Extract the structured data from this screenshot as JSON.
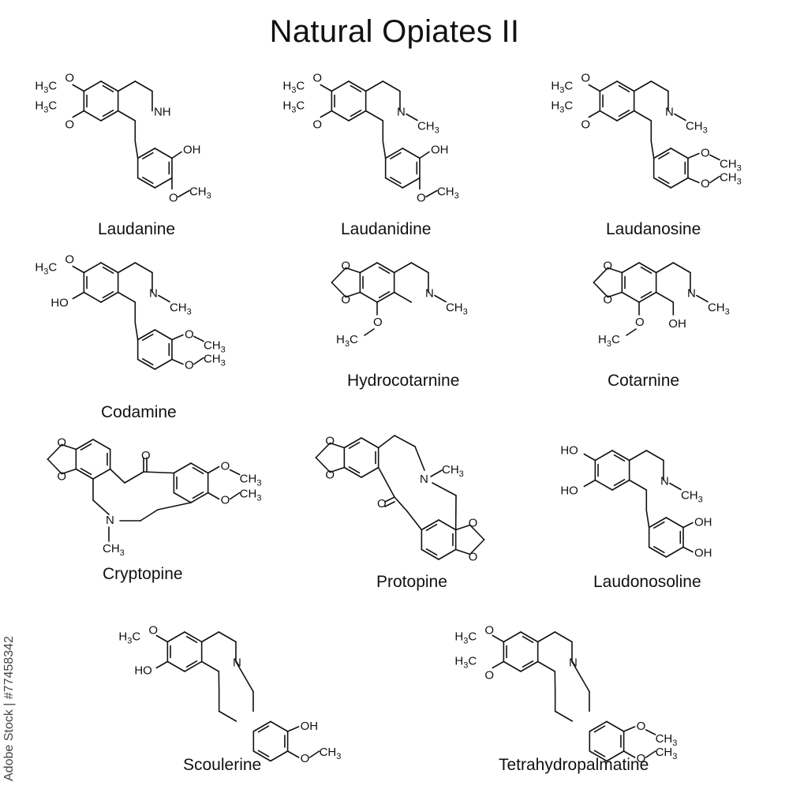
{
  "title": "Natural Opiates II",
  "sidebar_text": "Adobe Stock | #77458342",
  "compounds": [
    {
      "name": "Laudanine"
    },
    {
      "name": "Laudanidine"
    },
    {
      "name": "Laudanosine"
    },
    {
      "name": "Codamine"
    },
    {
      "name": "Hydrocotarnine"
    },
    {
      "name": "Cotarnine"
    },
    {
      "name": "Cryptopine"
    },
    {
      "name": "Protopine"
    },
    {
      "name": "Laudonosoline"
    },
    {
      "name": "Scoulerine"
    },
    {
      "name": "Tetrahydropalmatine"
    }
  ],
  "labels": {
    "h3c": "H3C",
    "ch3": "CH3",
    "nh": "NH",
    "n": "N",
    "oh": "OH",
    "ho": "HO",
    "o": "O"
  },
  "colors": {
    "ink": "#111111",
    "background": "#ffffff"
  }
}
